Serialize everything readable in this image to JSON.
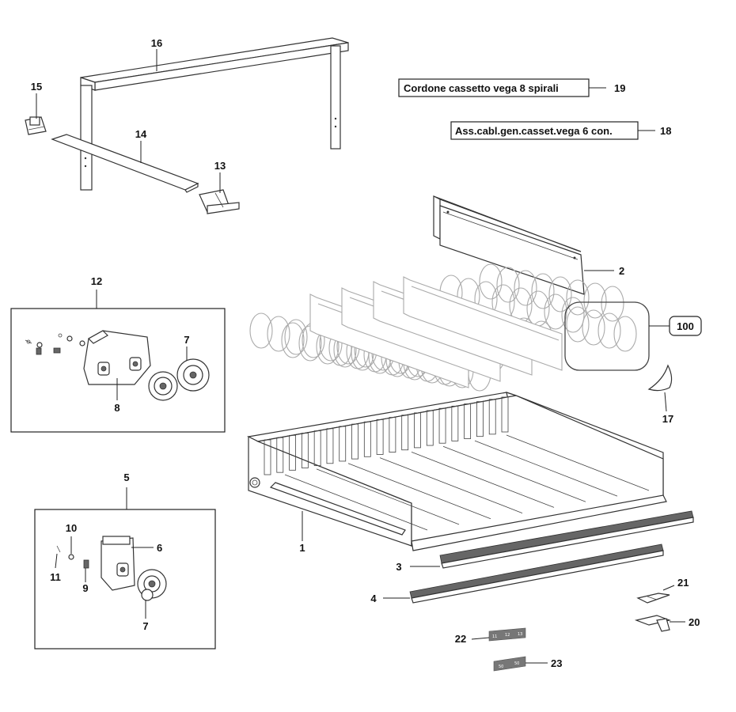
{
  "boxed_labels": {
    "cable_19": "Cordone cassetto vega 8 spirali",
    "cable_18": "Ass.cabl.gen.casset.vega 6 con."
  },
  "callouts": {
    "c1": "1",
    "c2": "2",
    "c3": "3",
    "c4": "4",
    "c5": "5",
    "c6": "6",
    "c7a": "7",
    "c7b": "7",
    "c8": "8",
    "c9": "9",
    "c10": "10",
    "c11": "11",
    "c12": "12",
    "c13": "13",
    "c14": "14",
    "c15": "15",
    "c16": "16",
    "c17": "17",
    "c18": "18",
    "c19": "19",
    "c20": "20",
    "c21": "21",
    "c22": "22",
    "c23": "23",
    "c100": "100"
  },
  "tags": {
    "t22a": "11",
    "t22b": "12",
    "t22c": "13",
    "t23a": "50",
    "t23b": "50"
  }
}
